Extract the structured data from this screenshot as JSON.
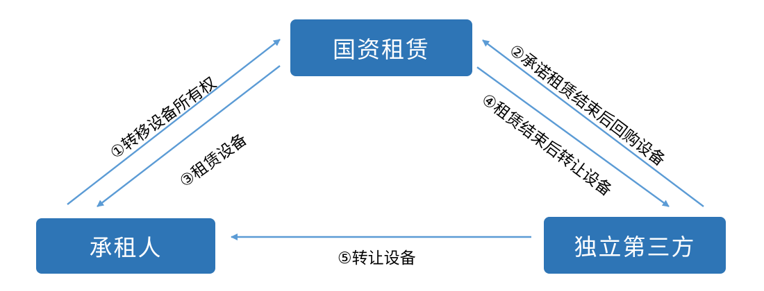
{
  "nodes": {
    "top": "国资租赁",
    "left": "承租人",
    "right": "独立第三方"
  },
  "edges": {
    "e1": "①转移设备所有权",
    "e2": "②承诺租赁结束后回购设备",
    "e3": "③租赁设备",
    "e4": "④租赁结束后转让设备",
    "e5": "⑤转让设备"
  },
  "colors": {
    "node_fill": "#2e75b6",
    "arrow": "#5b9bd5",
    "node_text": "#ffffff",
    "label_text": "#000000"
  }
}
